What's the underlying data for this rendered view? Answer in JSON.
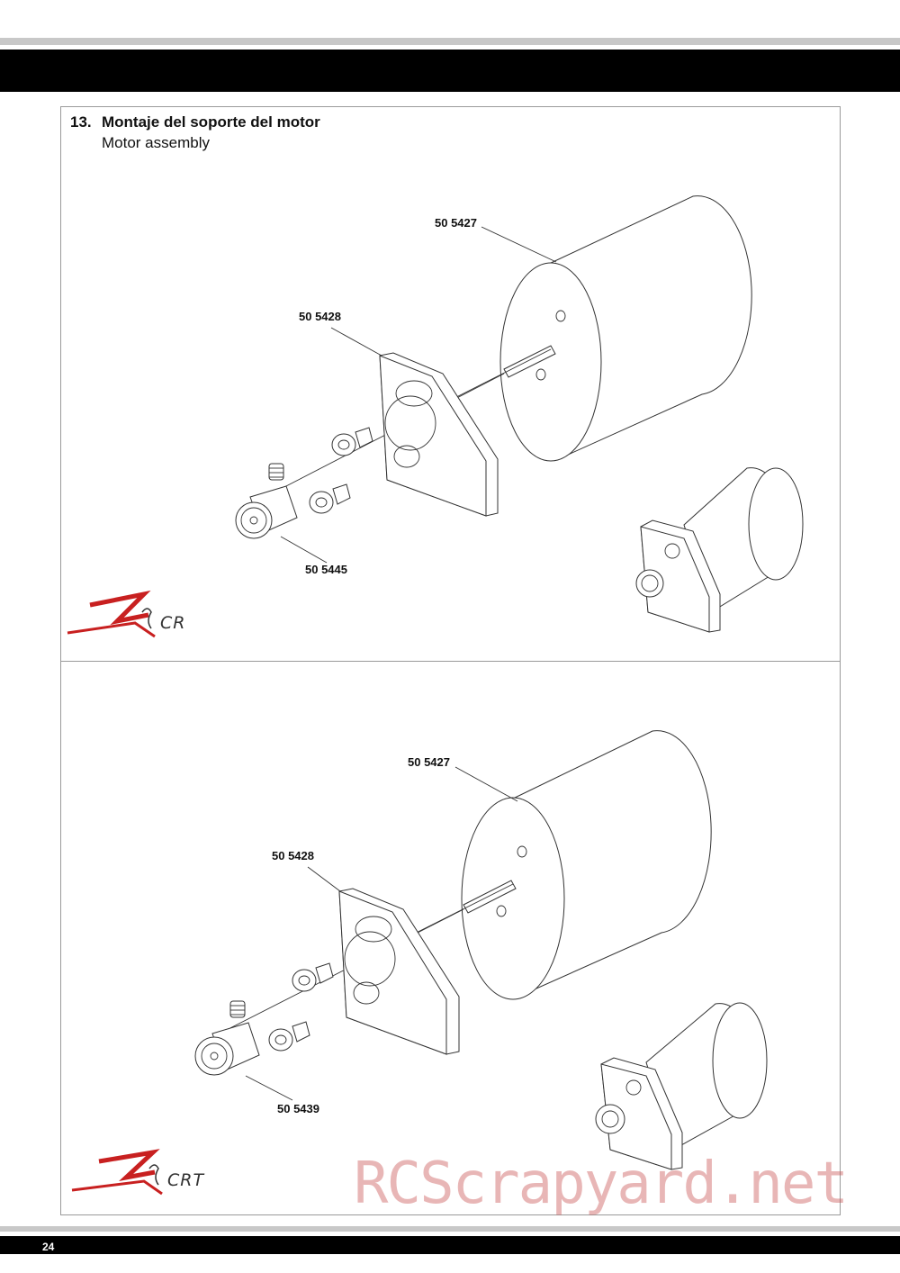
{
  "step": {
    "number": "13.",
    "title": "Montaje del soporte del motor",
    "subtitle": "Motor assembly"
  },
  "top_panel": {
    "labels": {
      "motor": "50 5427",
      "mount": "50 5428",
      "pinion": "50 5445"
    },
    "logo": "CR"
  },
  "bottom_panel": {
    "labels": {
      "motor": "50 5427",
      "mount": "50 5428",
      "pinion": "50 5439"
    },
    "logo": "CRT"
  },
  "watermark": "RCScrapyard.net",
  "page_number": "24"
}
